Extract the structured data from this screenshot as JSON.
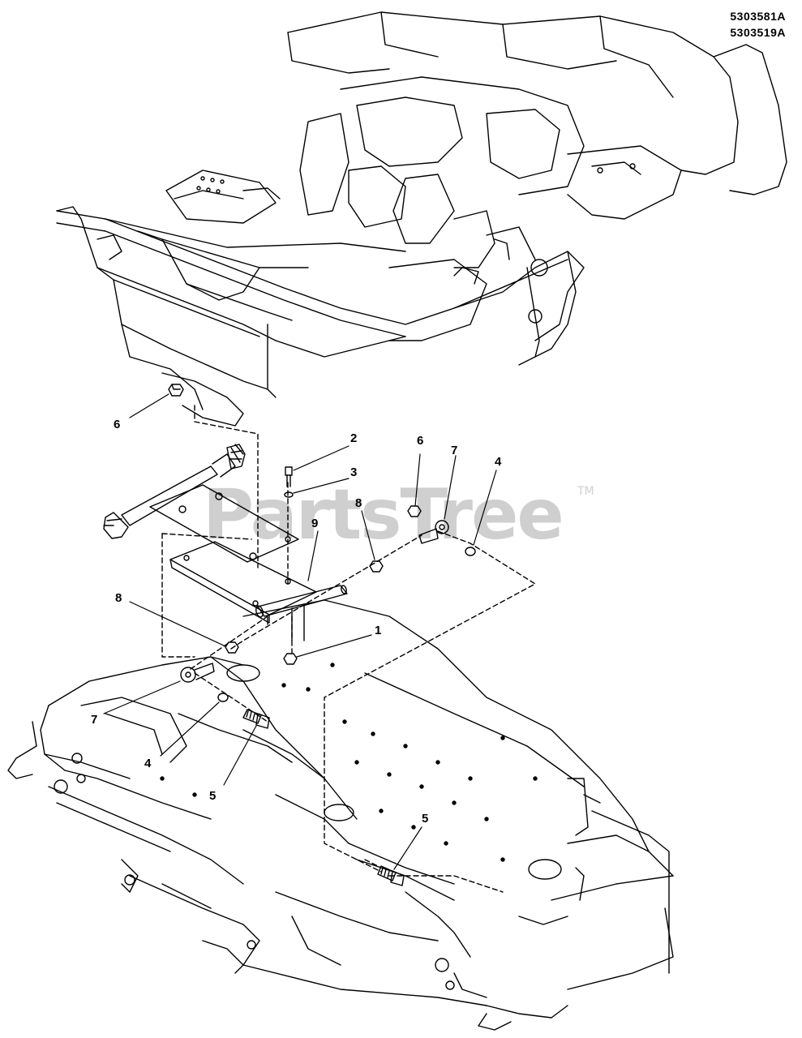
{
  "part_codes": [
    "5303581A",
    "5303519A"
  ],
  "watermark": {
    "text": "PartsTree",
    "trademark": "TM"
  },
  "callouts": [
    "2",
    "3",
    "6",
    "7",
    "4",
    "8",
    "9",
    "6",
    "8",
    "1",
    "7",
    "4",
    "5",
    "5"
  ]
}
